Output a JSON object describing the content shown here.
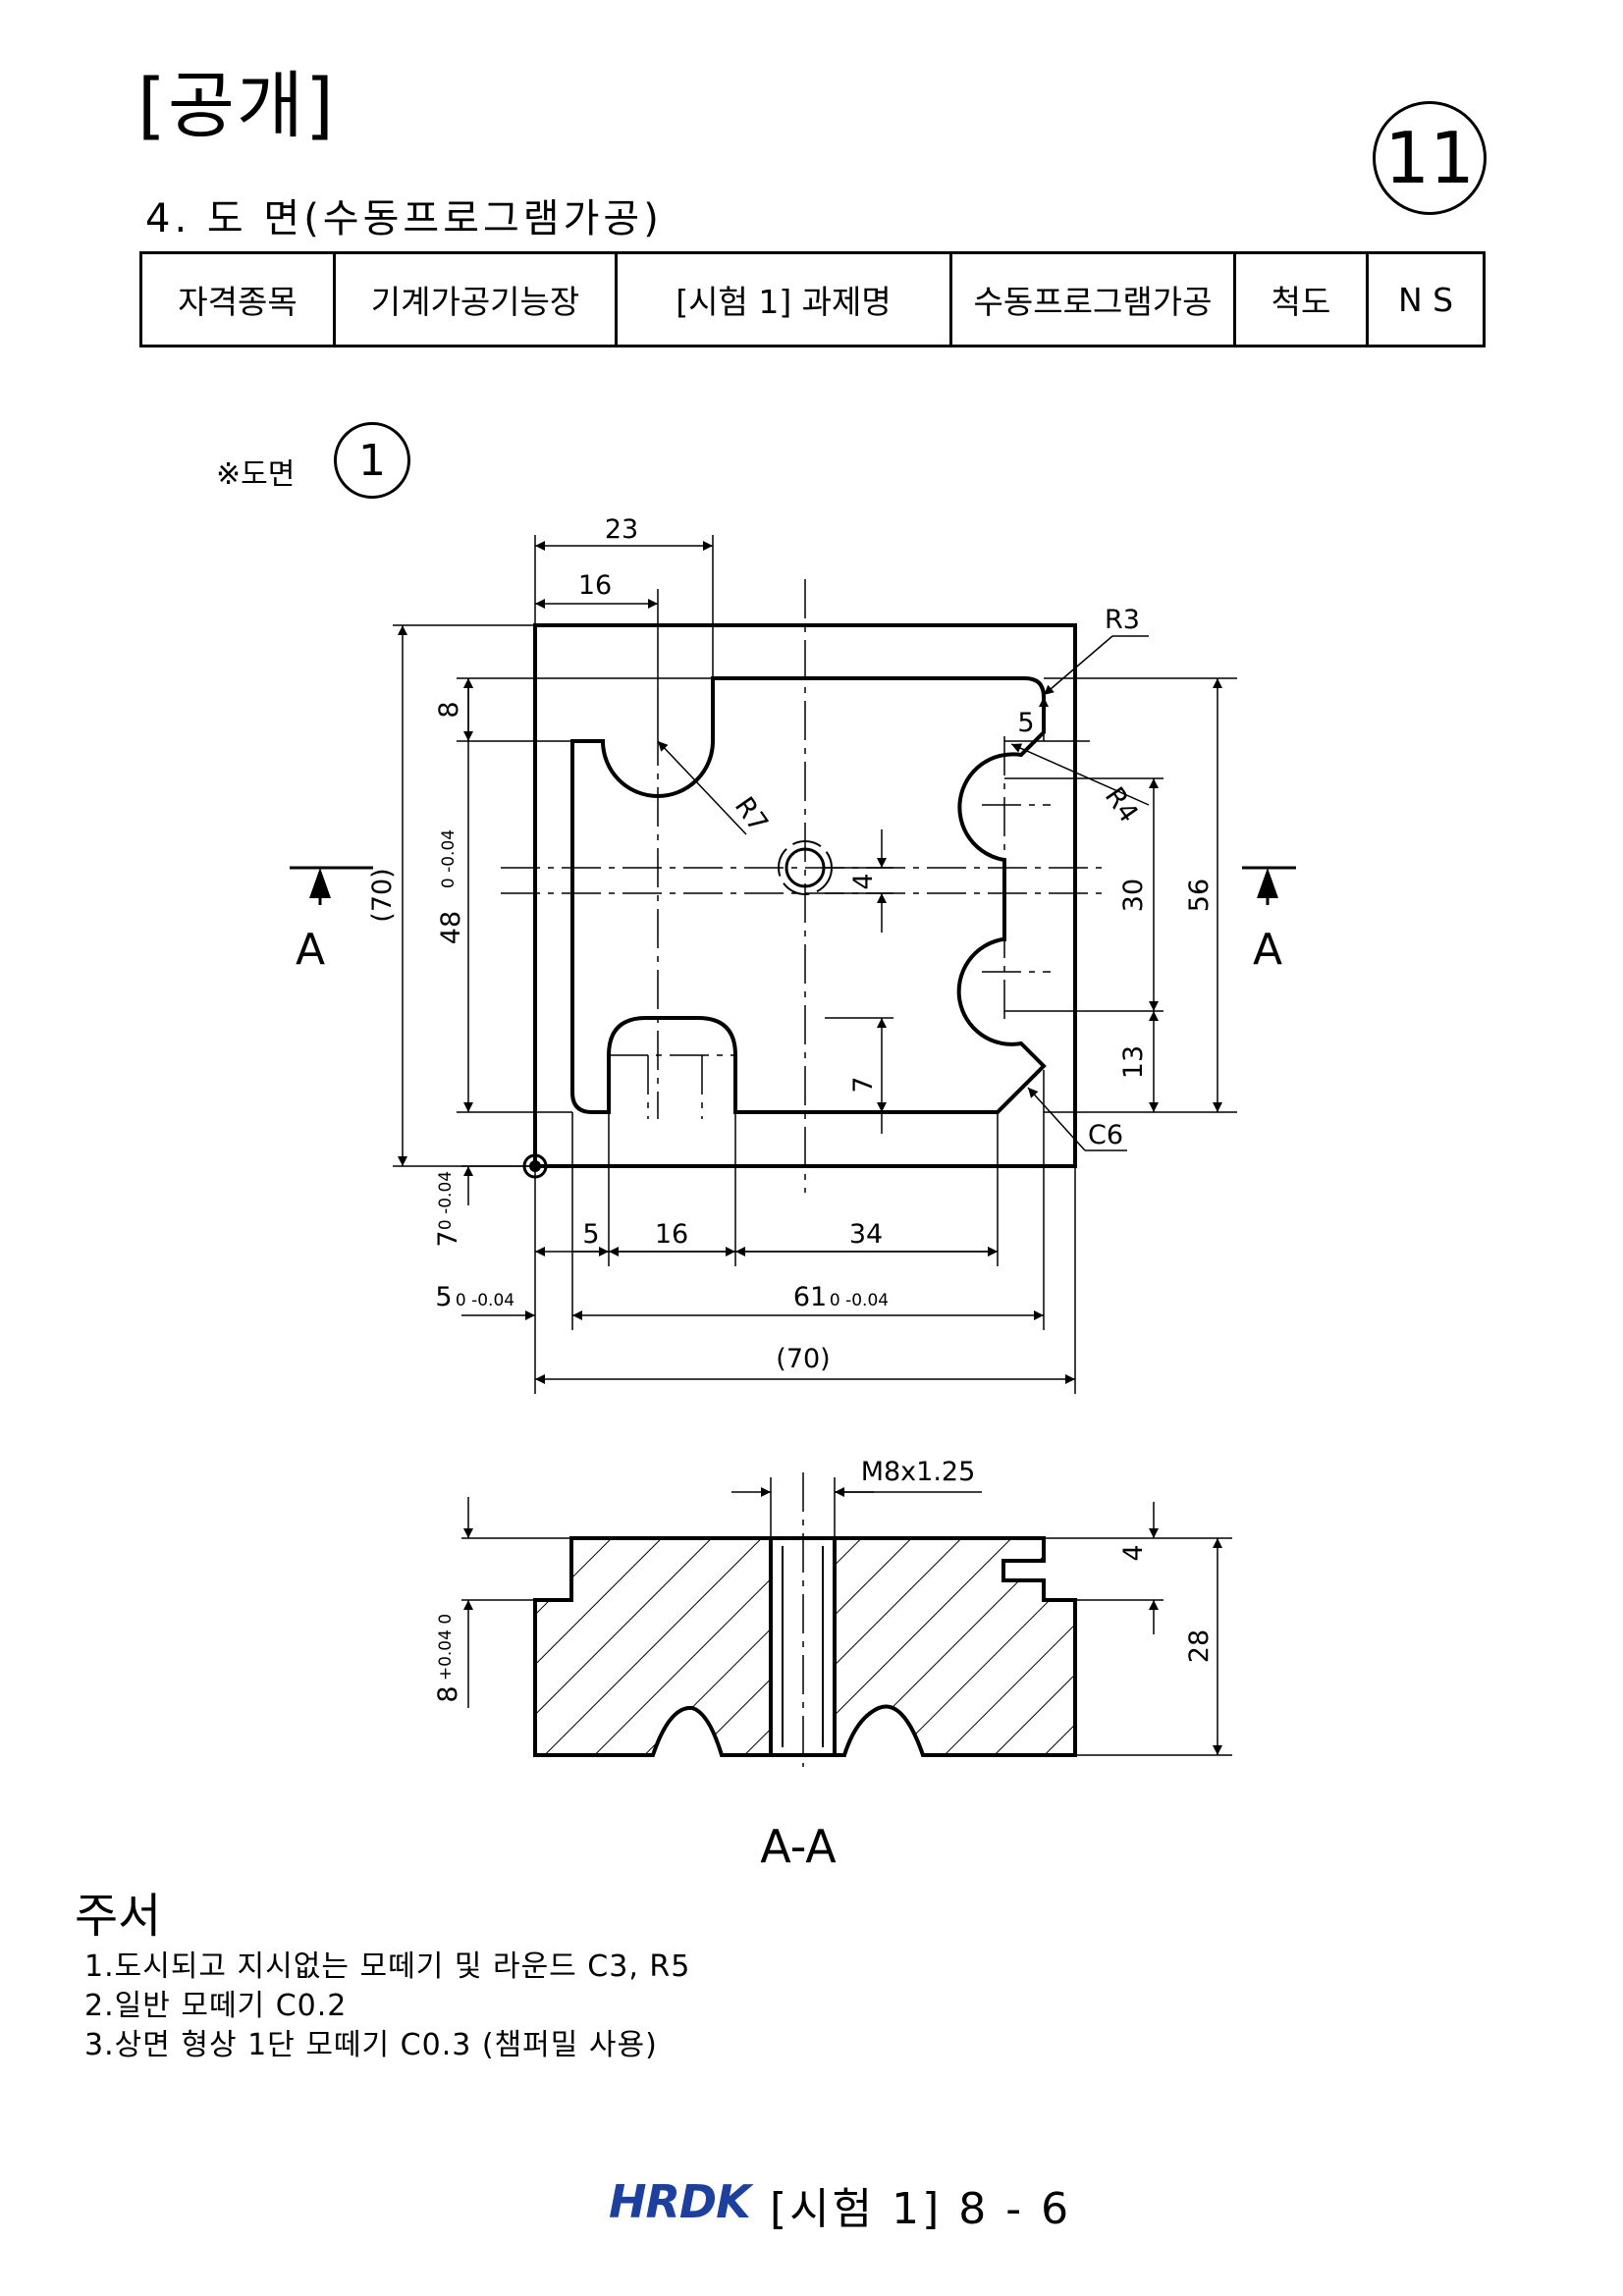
{
  "header": {
    "public_label": "[공개]",
    "page_number": "11",
    "section_title": "4. 도 면(수동프로그램가공)"
  },
  "info_table": {
    "c1": "자격종목",
    "c2": "기계가공기능장",
    "c3": "[시험 1] 과제명",
    "c4": "수동프로그램가공",
    "c5": "척도",
    "c6": "N S"
  },
  "drawing": {
    "label": "※도면",
    "number": "1",
    "plan": {
      "dim_23": "23",
      "dim_16_top": "16",
      "dim_r3": "R3",
      "dim_5_side": "5",
      "dim_r4": "R4",
      "dim_r7": "R7",
      "dim_8": "8",
      "dim_70_v": "(70)",
      "dim_48": "48",
      "dim_48_tol": "0 -0.04",
      "dim_4": "4",
      "dim_30": "30",
      "dim_56": "56",
      "dim_13": "13",
      "dim_7": "7",
      "dim_c6": "C6",
      "dim_7_left": "7",
      "dim_7_left_tol": "0 -0.04",
      "dim_5_bottom": "5",
      "dim_16_bottom": "16",
      "dim_34": "34",
      "dim_5_left": "5",
      "dim_5_left_tol": "0 -0.04",
      "dim_61": "61",
      "dim_61_tol": "0 -0.04",
      "dim_70_h": "(70)",
      "section_mark": "A"
    },
    "section": {
      "thread": "M8x1.25",
      "dim_4": "4",
      "dim_28": "28",
      "dim_8": "8",
      "dim_8_tol": "+0.04 0",
      "title": "A-A"
    }
  },
  "notes": {
    "title": "주서",
    "items": [
      "1.도시되고 지시없는 모떼기 및 라운드 C3, R5",
      "2.일반 모떼기 C0.2",
      "3.상면 형상 1단 모떼기 C0.3 (챔퍼밀 사용)"
    ]
  },
  "footer": {
    "logo": "HRDK",
    "page_ref": "[시험 1] 8 - 6"
  },
  "colors": {
    "logo": "#1d3f9e",
    "line": "#000000"
  }
}
